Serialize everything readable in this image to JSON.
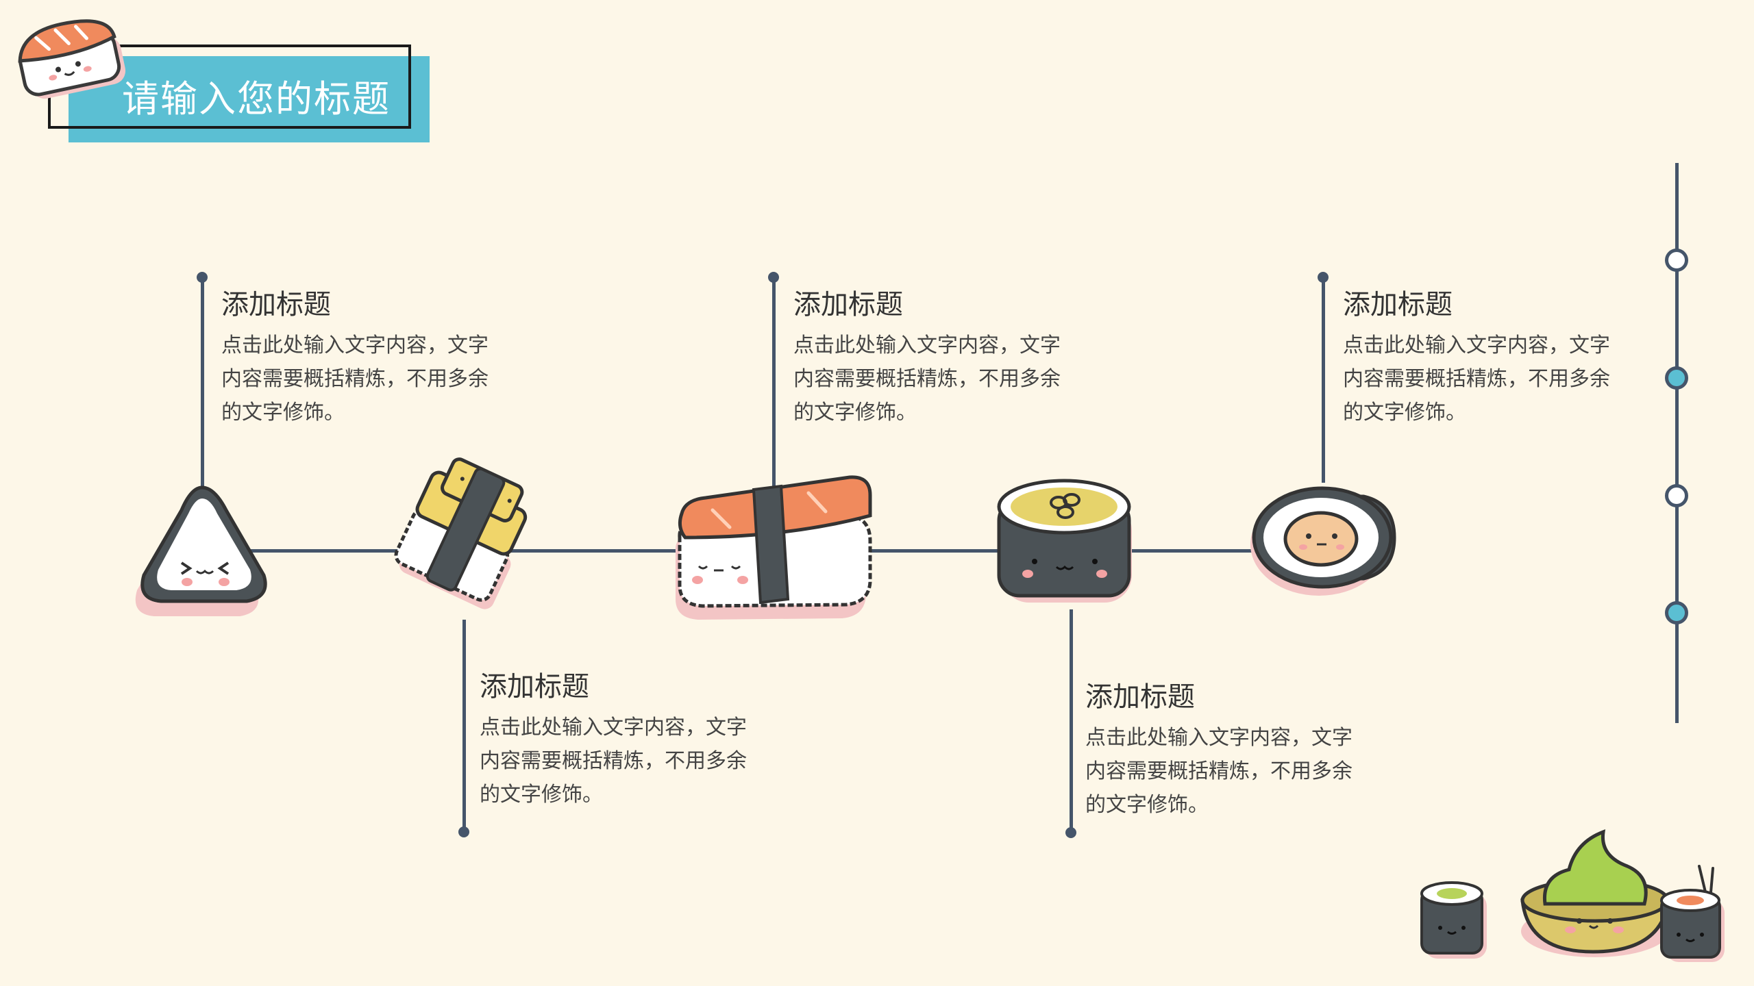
{
  "header": {
    "title": "请输入您的标题"
  },
  "items": [
    {
      "title": "添加标题",
      "body": "点击此处输入文字内容，文字内容需要概括精炼，不用多余的文字修饰。"
    },
    {
      "title": "添加标题",
      "body": "点击此处输入文字内容，文字内容需要概括精炼，不用多余的文字修饰。"
    },
    {
      "title": "添加标题",
      "body": "点击此处输入文字内容，文字内容需要概括精炼，不用多余的文字修饰。"
    },
    {
      "title": "添加标题",
      "body": "点击此处输入文字内容，文字内容需要概括精炼，不用多余的文字修饰。"
    },
    {
      "title": "添加标题",
      "body": "点击此处输入文字内容，文字内容需要概括精炼，不用多余的文字修饰。"
    }
  ],
  "nav": [
    {
      "state": "inactive"
    },
    {
      "state": "active"
    },
    {
      "state": "inactive"
    },
    {
      "state": "active"
    }
  ],
  "colors": {
    "accent": "#5bbfd3",
    "line": "#45556a",
    "background": "#fdf7e8"
  }
}
